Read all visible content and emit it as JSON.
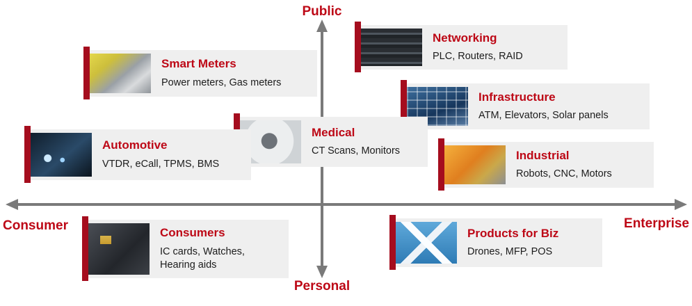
{
  "axes": {
    "top": "Public",
    "bottom": "Personal",
    "left": "Consumer",
    "right": "Enterprise"
  },
  "colors": {
    "accent_bar_red": "#a50d1e",
    "title_red": "#bd0816",
    "axis_gray": "#7a7a7a",
    "card_background": "#efefef"
  },
  "cards": {
    "smart_meters": {
      "title": "Smart Meters",
      "subtitle": "Power meters, Gas meters"
    },
    "networking": {
      "title": "Networking",
      "subtitle": "PLC, Routers, RAID"
    },
    "infrastructure": {
      "title": "Infrastructure",
      "subtitle": "ATM, Elevators, Solar panels"
    },
    "medical": {
      "title": "Medical",
      "subtitle": "CT Scans, Monitors"
    },
    "automotive": {
      "title": "Automotive",
      "subtitle": "VTDR, eCall, TPMS, BMS"
    },
    "industrial": {
      "title": "Industrial",
      "subtitle": "Robots, CNC, Motors"
    },
    "consumers": {
      "title": "Consumers",
      "subtitle": "IC cards, Watches, Hearing aids"
    },
    "products_for_biz": {
      "title": "Products for Biz",
      "subtitle": "Drones, MFP, POS"
    }
  }
}
